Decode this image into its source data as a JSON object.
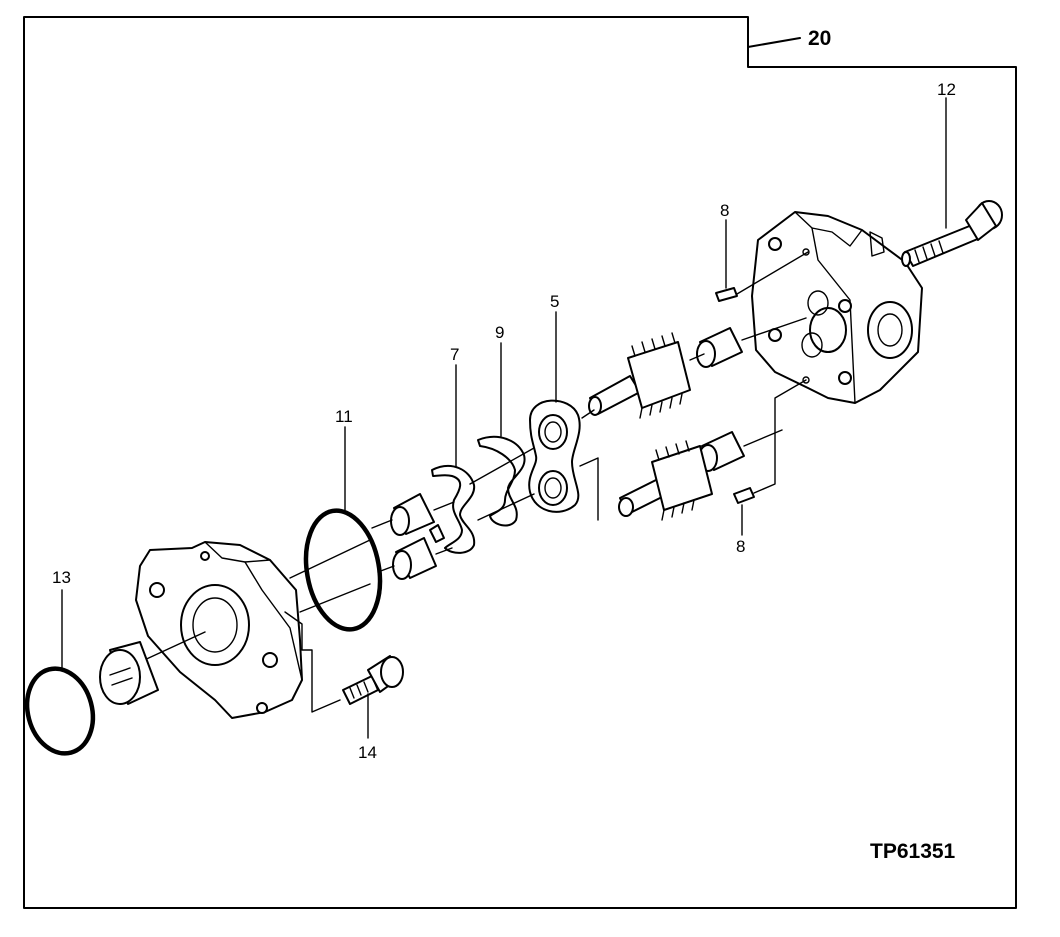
{
  "assembly_label": "20",
  "figure_id": "TP61351",
  "callouts": {
    "c5": "5",
    "c7": "7",
    "c8a": "8",
    "c8b": "8",
    "c9": "9",
    "c11": "11",
    "c12": "12",
    "c13": "13",
    "c14": "14"
  }
}
